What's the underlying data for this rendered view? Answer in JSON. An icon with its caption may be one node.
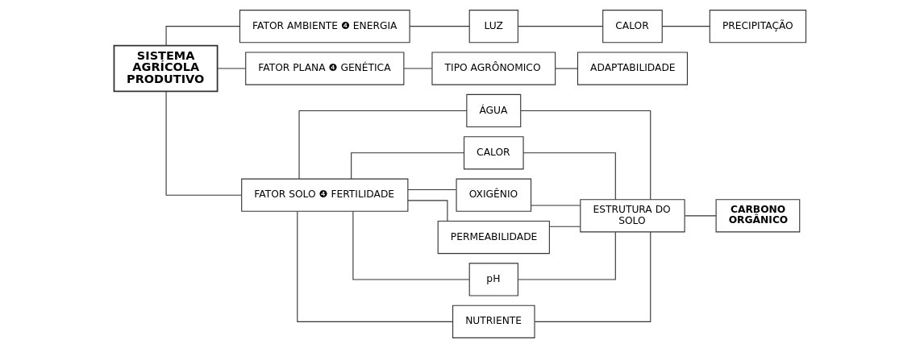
{
  "diagram": {
    "nodes": [
      {
        "text": [
          "SISTEMA AGRÍCOLA PRODUTIVO"
        ]
      },
      {
        "text": [
          "FATOR AMBIENTE ❹ ENERGIA"
        ]
      },
      {
        "text": [
          "LUZ"
        ]
      },
      {
        "text": [
          "CALOR"
        ]
      },
      {
        "text": [
          "PRECIPITAÇÃO"
        ]
      },
      {
        "text": [
          "FATOR PLANA ❹ GENÉTICA"
        ]
      },
      {
        "text": [
          "TIPO AGRÔNOMICO"
        ]
      },
      {
        "text": [
          "ADAPTABILIDADE"
        ]
      },
      {
        "text": [
          "FATOR SOLO ❹ FERTILIDADE"
        ]
      },
      {
        "text": [
          "ÁGUA"
        ]
      },
      {
        "text": [
          "CALOR"
        ]
      },
      {
        "text": [
          "OXIGÊNIO"
        ]
      },
      {
        "text": [
          "PERMEABILIDADE"
        ]
      },
      {
        "text": [
          "pH"
        ]
      },
      {
        "text": [
          "NUTRIENTE"
        ]
      },
      {
        "text": [
          "ESTRUTURA DO SOLO"
        ]
      },
      {
        "text": [
          "CARBONO ORGÂNICO"
        ]
      }
    ],
    "edges": [
      {
        "from": 0,
        "to": 1,
        "arrow": "none"
      },
      {
        "from": 0,
        "to": 5,
        "arrow": "none"
      },
      {
        "from": 0,
        "to": 8,
        "arrow": "none"
      },
      {
        "from": 1,
        "to": 2,
        "arrow": "none"
      },
      {
        "from": 2,
        "to": 3,
        "arrow": "none"
      },
      {
        "from": 3,
        "to": 4,
        "arrow": "none"
      },
      {
        "from": 5,
        "to": 6,
        "arrow": "none"
      },
      {
        "from": 6,
        "to": 7,
        "arrow": "none"
      },
      {
        "from": 8,
        "to": 9,
        "arrow": "none"
      },
      {
        "from": 8,
        "to": 10,
        "arrow": "none"
      },
      {
        "from": 8,
        "to": 11,
        "arrow": "none"
      },
      {
        "from": 8,
        "to": 12,
        "arrow": "none"
      },
      {
        "from": 8,
        "to": 13,
        "arrow": "none"
      },
      {
        "from": 8,
        "to": 14,
        "arrow": "none"
      },
      {
        "from": 9,
        "to": 15,
        "arrow": "none"
      },
      {
        "from": 10,
        "to": 15,
        "arrow": "none"
      },
      {
        "from": 11,
        "to": 15,
        "arrow": "none"
      },
      {
        "from": 12,
        "to": 15,
        "arrow": "none"
      },
      {
        "from": 13,
        "to": 15,
        "arrow": "none"
      },
      {
        "from": 14,
        "to": 15,
        "arrow": "none"
      },
      {
        "from": 15,
        "to": 16,
        "arrow": "none"
      }
    ]
  }
}
